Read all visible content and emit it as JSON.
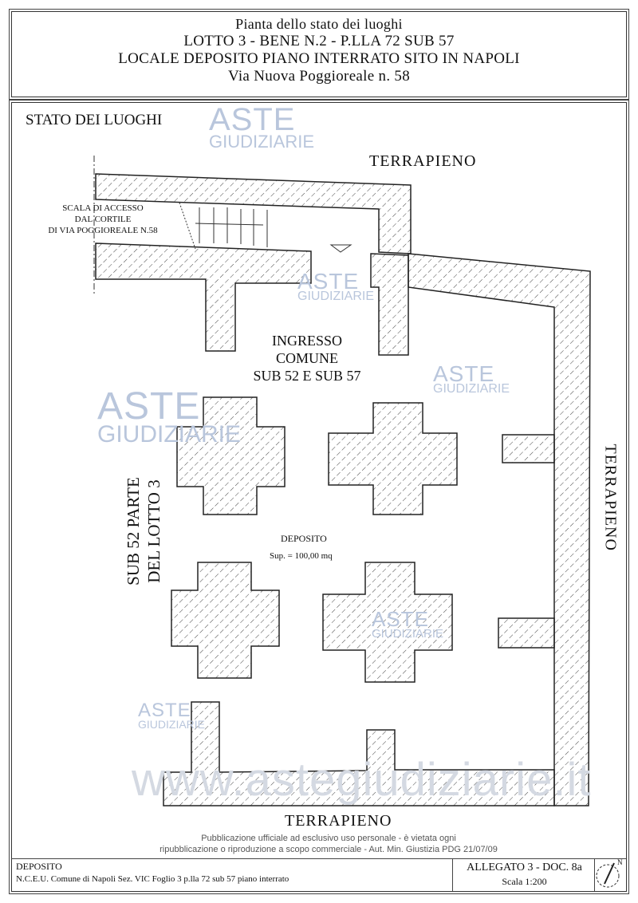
{
  "header": {
    "line1": "Pianta dello stato dei luoghi",
    "line2": "LOTTO 3 - BENE N.2 - P.LLA 72 SUB 57",
    "line3": "LOCALE DEPOSITO PIANO INTERRATO SITO IN NAPOLI",
    "line4": "Via Nuova Poggioreale n. 58"
  },
  "plan": {
    "section_title": "STATO DEI LUOGHI",
    "terrapieno_top": "TERRAPIENO",
    "terrapieno_right": "TERRAPIENO",
    "terrapieno_bottom": "TERRAPIENO",
    "stair_label": [
      "SCALA DI ACCESSO",
      "DAL CORTILE",
      "DI VIA POGGIOREALE N.58"
    ],
    "entrance_label": [
      "INGRESSO",
      "COMUNE",
      "SUB 52 E SUB 57"
    ],
    "side_label": [
      "SUB 52 PARTE",
      "DEL LOTTO 3"
    ],
    "room_name": "DEPOSITO",
    "room_area": "Sup. = 100,00 mq"
  },
  "watermark": {
    "brand_top": "ASTE",
    "brand_bottom": "GIUDIZIARIE",
    "url": "www.astegiudiziarie.it"
  },
  "footer": {
    "left_line1": "DEPOSITO",
    "left_line2": "N.C.E.U. Comune di Napoli   Sez. VIC   Foglio 3   p.lla 72   sub 57   piano interrato",
    "notice_line1": "Pubblicazione ufficiale ad esclusivo uso personale - è vietata ogni",
    "notice_line2": "ripubblicazione o riproduzione a scopo commerciale - Aut. Min. Giustizia PDG 21/07/09",
    "allegato": "ALLEGATO 3 - DOC. 8a",
    "scale": "Scala 1:200",
    "north_label": "N"
  },
  "colors": {
    "wall_hatch": "#333333",
    "watermark": "#b9c6dc"
  }
}
